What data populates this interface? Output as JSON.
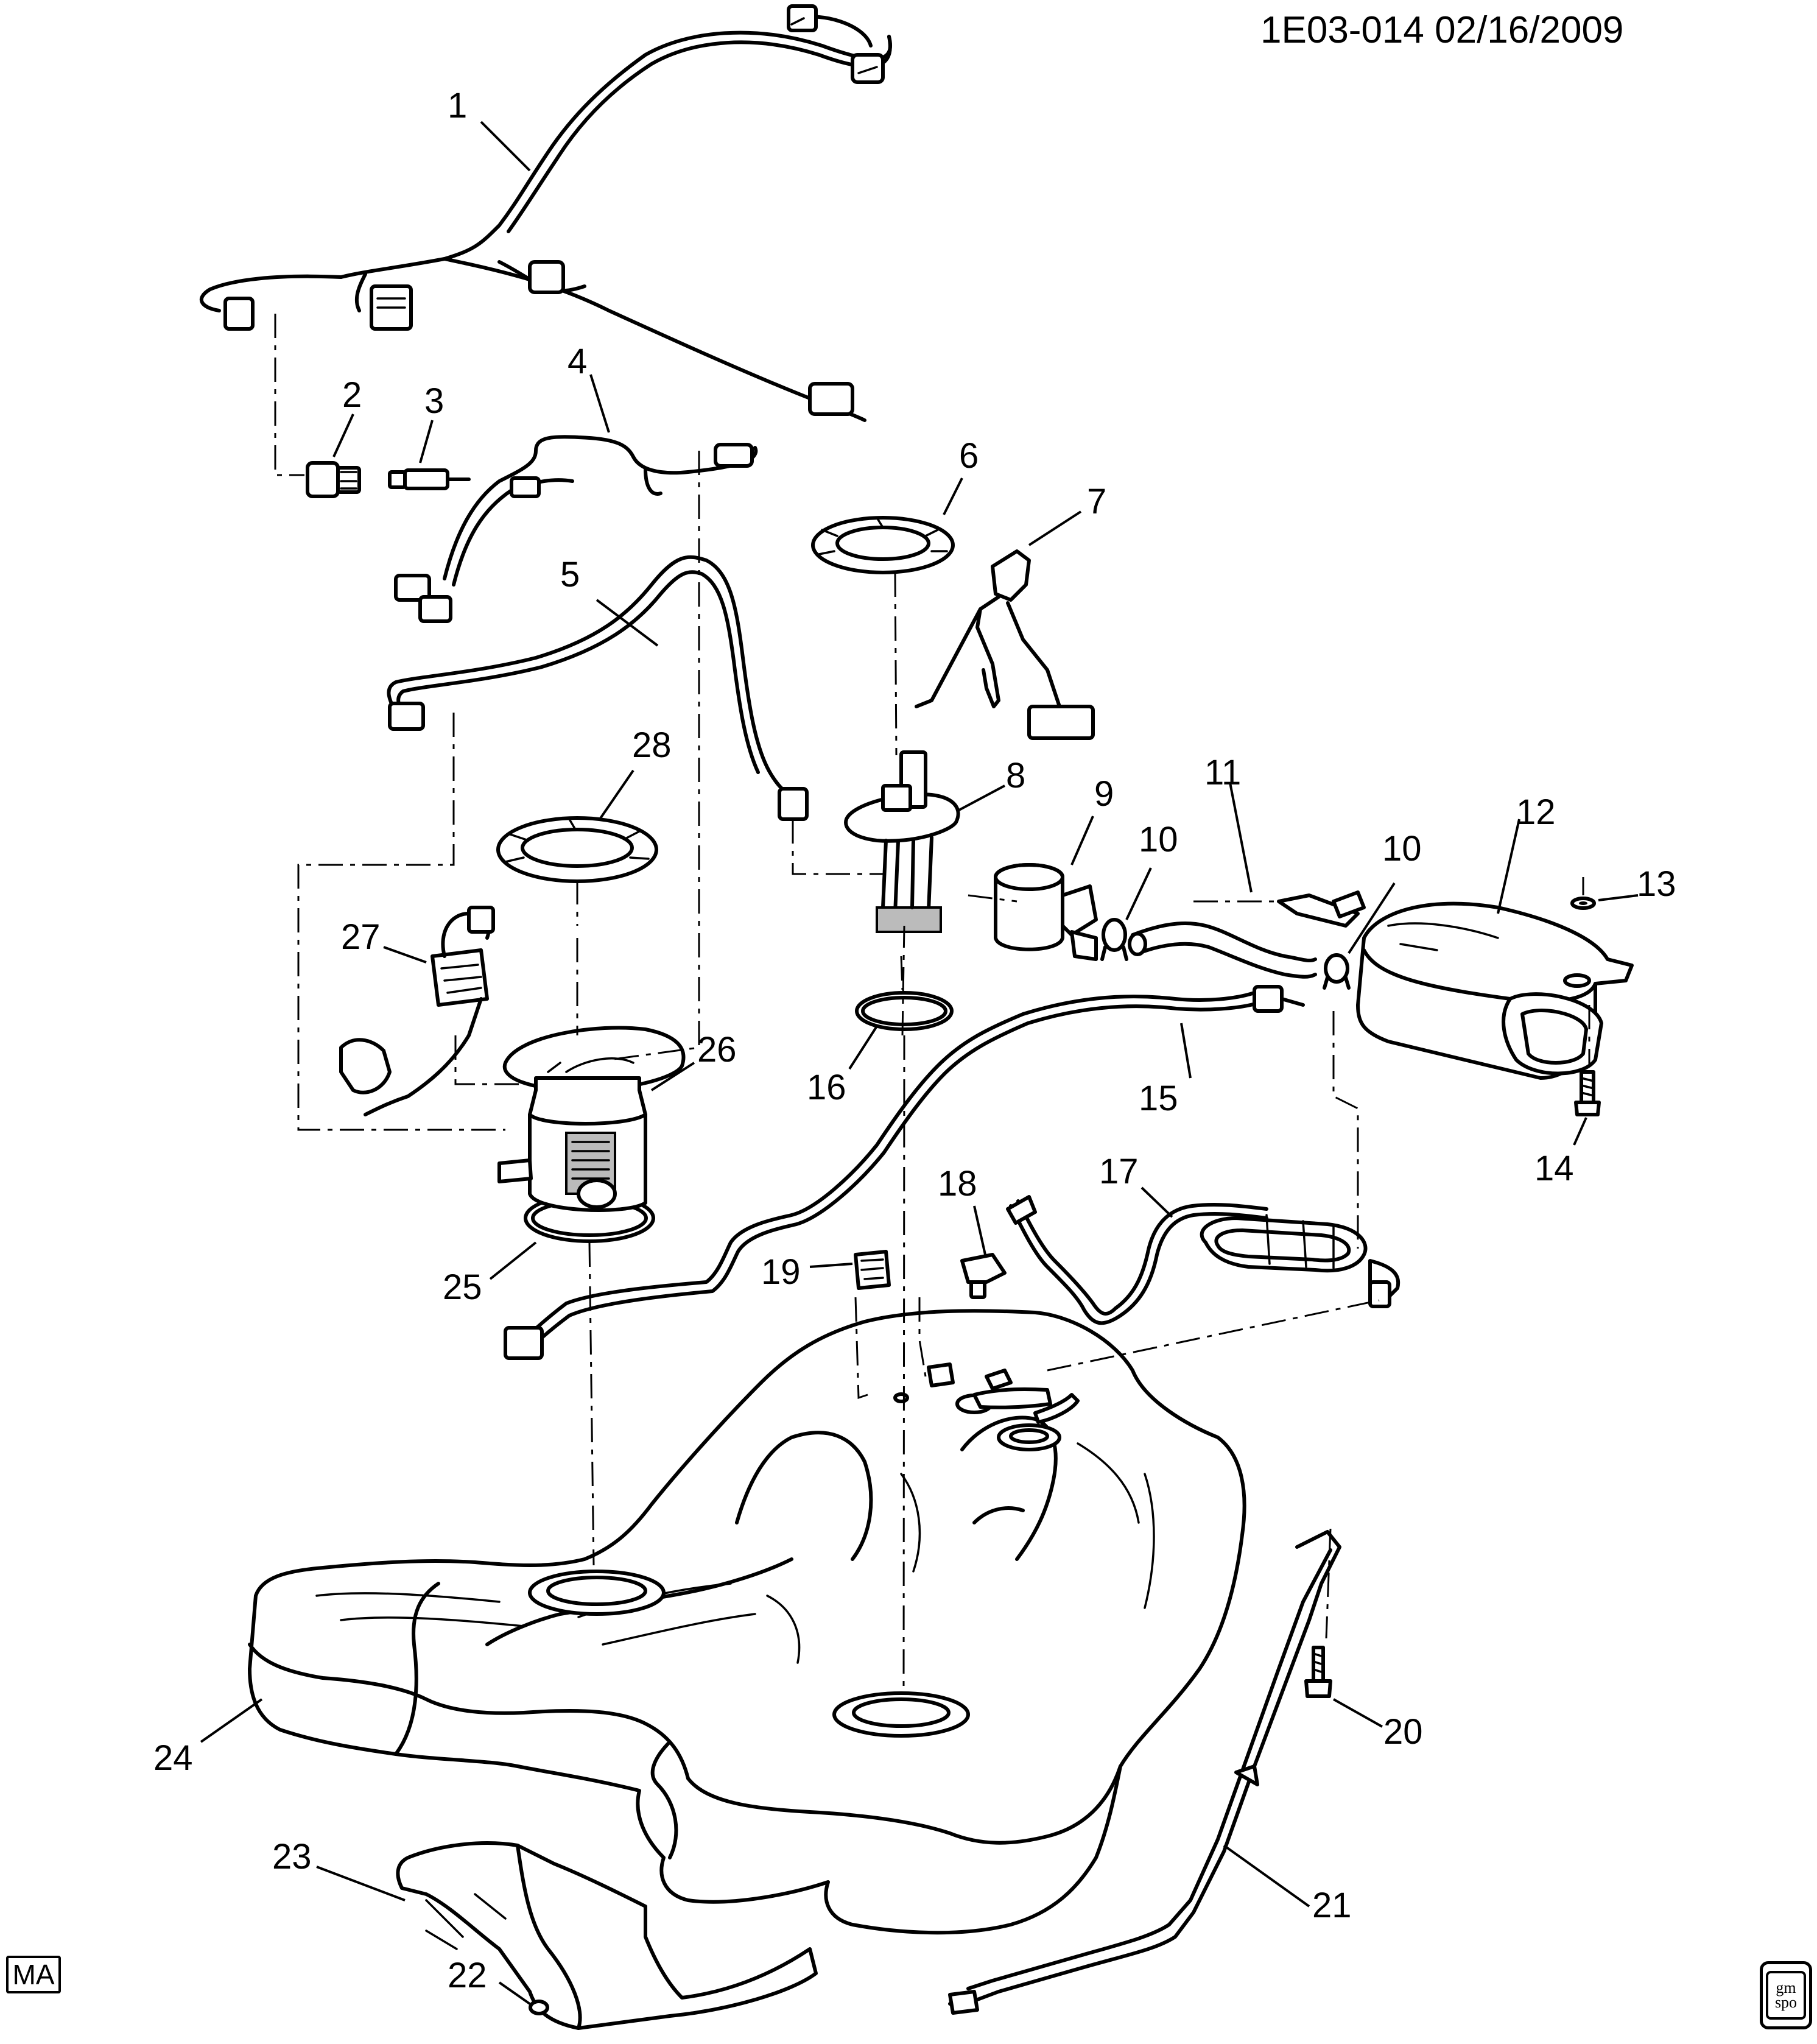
{
  "header": {
    "code": "1E03-014 02/16/2009"
  },
  "badge": {
    "ma": "MA"
  },
  "logo": {
    "line1": "gm",
    "line2": "spo"
  },
  "callouts": [
    "1",
    "2",
    "3",
    "4",
    "5",
    "6",
    "7",
    "8",
    "9",
    "10",
    "10",
    "11",
    "12",
    "13",
    "14",
    "15",
    "16",
    "17",
    "18",
    "19",
    "20",
    "21",
    "22",
    "23",
    "24",
    "25",
    "26",
    "27",
    "28"
  ]
}
